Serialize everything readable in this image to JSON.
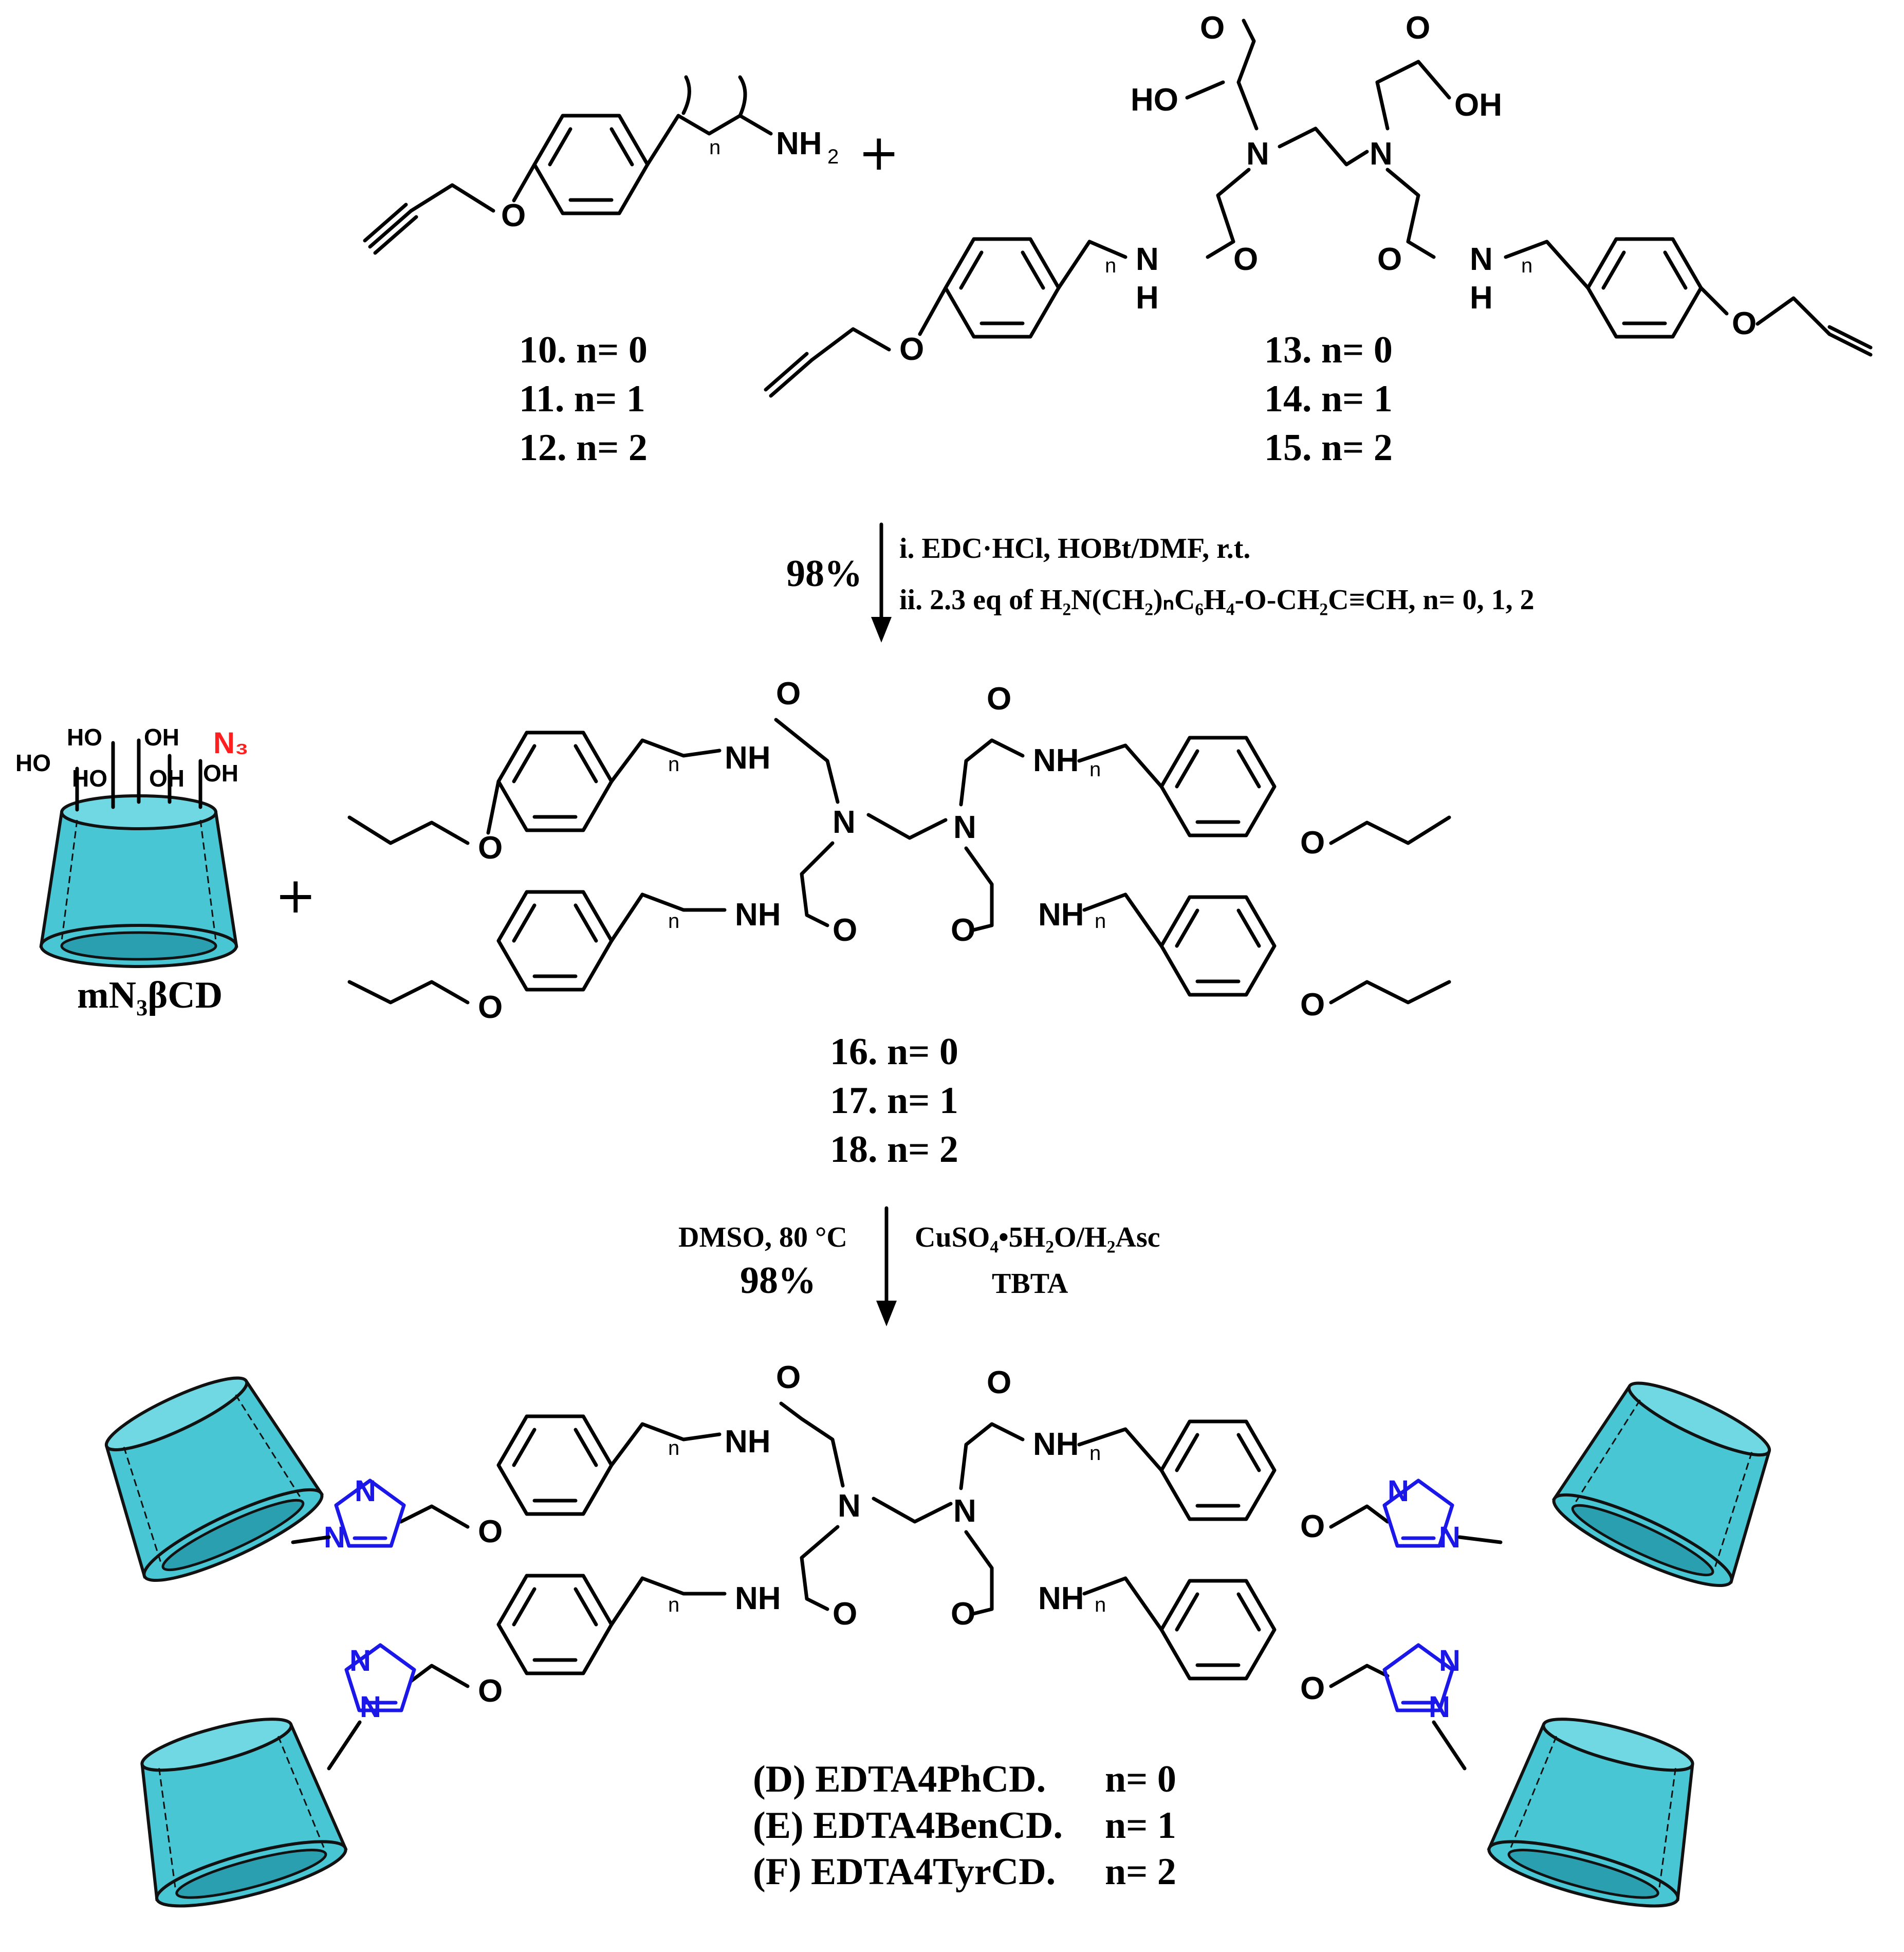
{
  "colors": {
    "triazole": "#1a17e8",
    "azide": "#ff1f1f",
    "cyclodextrin": "#49c6d4"
  },
  "atoms": {
    "O": "O",
    "N": "N",
    "NH": "NH",
    "NH2": "NH",
    "H": "H",
    "HO": "HO",
    "OH": "OH",
    "n": "n",
    "sub2": "2",
    "plus": "+"
  },
  "reactant_amine": {
    "labels": [
      "10. n= 0",
      "11. n= 1",
      "12. n= 2"
    ]
  },
  "reactant_acid": {
    "labels": [
      "13. n= 0",
      "14. n= 1",
      "15. n= 2"
    ]
  },
  "step1": {
    "yield": "98%",
    "line1": "i. EDC·HCl, HOBt/DMF, r.t.",
    "line2": "ii. 2.3 eq of H₂N(CH₂)ₙC₆H₄-O-CH₂C≡CH, n= 0, 1, 2"
  },
  "intermediate": {
    "labels": [
      "16. n= 0",
      "17. n= 1",
      "18. n= 2"
    ]
  },
  "cyclodextrin": {
    "label": "mN₃βCD",
    "azide": "N₃"
  },
  "step2": {
    "left_line1": "DMSO, 80 °C",
    "left_line2": "98%",
    "right_line1": "CuSO₄•5H₂O/H₂Asc",
    "right_line2": "TBTA"
  },
  "products": {
    "labels": [
      "(D) EDTA4PhCD.",
      "(E) EDTA4BenCD.",
      "(F) EDTA4TyrCD."
    ],
    "n_values": [
      "n= 0",
      "n= 1",
      "n= 2"
    ]
  }
}
